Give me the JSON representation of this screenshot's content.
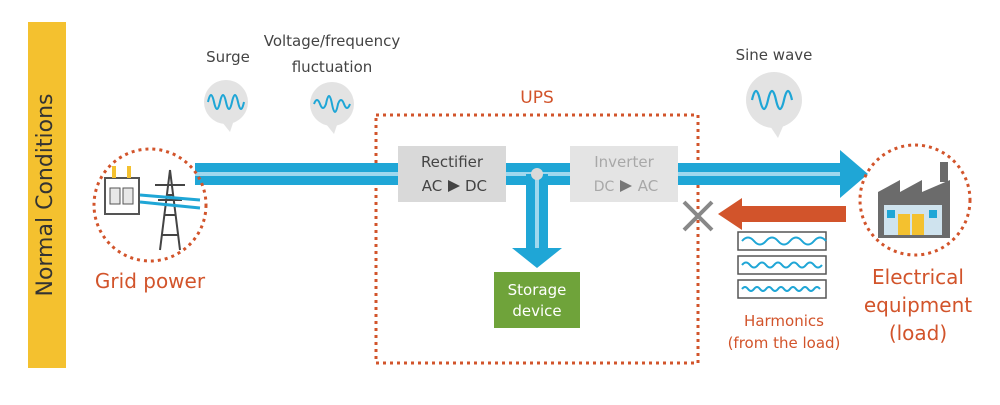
{
  "colors": {
    "accent_orange": "#D2542B",
    "flow_blue": "#1FA6D6",
    "side_band": "#F4C12F",
    "storage_green": "#6FA33A",
    "box_gray": "#D9D9D9",
    "text_gray": "#555555"
  },
  "condition_label": "Normal Conditions",
  "grid": {
    "label": "Grid power"
  },
  "load": {
    "label_line1": "Electrical",
    "label_line2": "equipment",
    "label_line3": "(load)"
  },
  "ups": {
    "label": "UPS"
  },
  "rectifier": {
    "title": "Rectifier",
    "from": "AC",
    "to": "DC"
  },
  "inverter": {
    "title": "Inverter",
    "from": "DC",
    "to": "AC"
  },
  "storage": {
    "line1": "Storage",
    "line2": "device"
  },
  "bubbles": {
    "surge": "Surge",
    "fluct_line1": "Voltage/frequency",
    "fluct_line2": "fluctuation",
    "sine": "Sine wave"
  },
  "harmonics": {
    "line1": "Harmonics",
    "line2": "(from the load)"
  },
  "icons": [
    "grid-tower-icon",
    "factory-icon",
    "blocked-x-icon",
    "wave-bubble-icon",
    "harmonics-panel-icon"
  ]
}
